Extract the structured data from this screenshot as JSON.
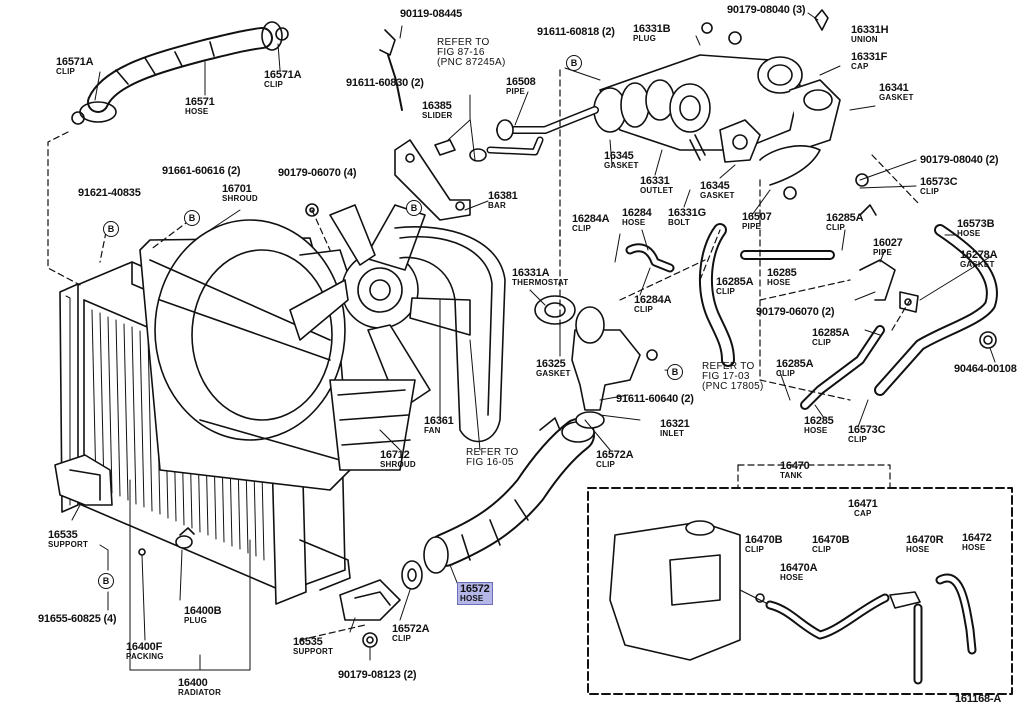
{
  "diagram_id": "161168-A",
  "highlight_color": "#b4b6e8",
  "parts": [
    {
      "key": "p16571A_top",
      "part_no": "16571A",
      "name": "CLIP"
    },
    {
      "key": "p16571A_left",
      "part_no": "16571A",
      "name": "CLIP"
    },
    {
      "key": "p16571",
      "part_no": "16571",
      "name": "HOSE"
    },
    {
      "key": "p90119_08445",
      "part_no": "90119-08445",
      "name": ""
    },
    {
      "key": "p91611_60830",
      "part_no": "91611-60830 (2)",
      "name": ""
    },
    {
      "key": "p16385",
      "part_no": "16385",
      "name": "SLIDER"
    },
    {
      "key": "p91611_60818",
      "part_no": "91611-60818 (2)",
      "name": ""
    },
    {
      "key": "p16508",
      "part_no": "16508",
      "name": "PIPE"
    },
    {
      "key": "p16331B",
      "part_no": "16331B",
      "name": "PLUG"
    },
    {
      "key": "p90179_08040_3",
      "part_no": "90179-08040 (3)",
      "name": ""
    },
    {
      "key": "p16331H",
      "part_no": "16331H",
      "name": "UNION"
    },
    {
      "key": "p16331F",
      "part_no": "16331F",
      "name": "CAP"
    },
    {
      "key": "p16341",
      "part_no": "16341",
      "name": "GASKET"
    },
    {
      "key": "p90179_08040_2",
      "part_no": "90179-08040 (2)",
      "name": ""
    },
    {
      "key": "p16573C_top",
      "part_no": "16573C",
      "name": "CLIP"
    },
    {
      "key": "p91661_60616",
      "part_no": "91661-60616 (2)",
      "name": ""
    },
    {
      "key": "p90179_06070_4",
      "part_no": "90179-06070 (4)",
      "name": ""
    },
    {
      "key": "p91621_40835",
      "part_no": "91621-40835",
      "name": ""
    },
    {
      "key": "p16701",
      "part_no": "16701",
      "name": "SHROUD"
    },
    {
      "key": "p16381",
      "part_no": "16381",
      "name": "BAR"
    },
    {
      "key": "p16345_a",
      "part_no": "16345",
      "name": "GASKET"
    },
    {
      "key": "p16331",
      "part_no": "16331",
      "name": "OUTLET"
    },
    {
      "key": "p16345_b",
      "part_no": "16345",
      "name": "GASKET"
    },
    {
      "key": "p16507",
      "part_no": "16507",
      "name": "PIPE"
    },
    {
      "key": "p16331G",
      "part_no": "16331G",
      "name": "BOLT"
    },
    {
      "key": "p16284A_top",
      "part_no": "16284A",
      "name": "CLIP"
    },
    {
      "key": "p16284",
      "part_no": "16284",
      "name": "HOSE"
    },
    {
      "key": "p16285A_top",
      "part_no": "16285A",
      "name": "CLIP"
    },
    {
      "key": "p16027",
      "part_no": "16027",
      "name": "PIPE"
    },
    {
      "key": "p16573B",
      "part_no": "16573B",
      "name": "HOSE"
    },
    {
      "key": "p16278A",
      "part_no": "16278A",
      "name": "GASKET"
    },
    {
      "key": "p16331A",
      "part_no": "16331A",
      "name": "THERMOSTAT"
    },
    {
      "key": "p16285",
      "part_no": "16285",
      "name": "HOSE"
    },
    {
      "key": "p16285A_clip",
      "part_no": "16285A",
      "name": "CLIP"
    },
    {
      "key": "p16284A_mid",
      "part_no": "16284A",
      "name": "CLIP"
    },
    {
      "key": "p90179_06070_2",
      "part_no": "90179-06070 (2)",
      "name": ""
    },
    {
      "key": "p16285A_mid",
      "part_no": "16285A",
      "name": "CLIP"
    },
    {
      "key": "p16325",
      "part_no": "16325",
      "name": "GASKET"
    },
    {
      "key": "p90464_00108",
      "part_no": "90464-00108",
      "name": ""
    },
    {
      "key": "p16285A_low",
      "part_no": "16285A",
      "name": "CLIP"
    },
    {
      "key": "p91611_60640",
      "part_no": "91611-60640 (2)",
      "name": ""
    },
    {
      "key": "p16361",
      "part_no": "16361",
      "name": "FAN"
    },
    {
      "key": "p16321",
      "part_no": "16321",
      "name": "INLET"
    },
    {
      "key": "p16285_low",
      "part_no": "16285",
      "name": "HOSE"
    },
    {
      "key": "p16573C_low",
      "part_no": "16573C",
      "name": "CLIP"
    },
    {
      "key": "p16712",
      "part_no": "16712",
      "name": "SHROUD"
    },
    {
      "key": "p16572A_mid",
      "part_no": "16572A",
      "name": "CLIP"
    },
    {
      "key": "p16470",
      "part_no": "16470",
      "name": "TANK"
    },
    {
      "key": "p16471",
      "part_no": "16471",
      "name": "CAP"
    },
    {
      "key": "p16470B_a",
      "part_no": "16470B",
      "name": "CLIP"
    },
    {
      "key": "p16470B_b",
      "part_no": "16470B",
      "name": "CLIP"
    },
    {
      "key": "p16470R",
      "part_no": "16470R",
      "name": "HOSE"
    },
    {
      "key": "p16472",
      "part_no": "16472",
      "name": "HOSE"
    },
    {
      "key": "p16470A",
      "part_no": "16470A",
      "name": "HOSE"
    },
    {
      "key": "p16535_left",
      "part_no": "16535",
      "name": "SUPPORT"
    },
    {
      "key": "p16572",
      "part_no": "16572",
      "name": "HOSE"
    },
    {
      "key": "p91655_60825",
      "part_no": "91655-60825 (4)",
      "name": ""
    },
    {
      "key": "p16400B",
      "part_no": "16400B",
      "name": "PLUG"
    },
    {
      "key": "p16535_low",
      "part_no": "16535",
      "name": "SUPPORT"
    },
    {
      "key": "p16572A_low",
      "part_no": "16572A",
      "name": "CLIP"
    },
    {
      "key": "p16400F",
      "part_no": "16400F",
      "name": "PACKING"
    },
    {
      "key": "p16400",
      "part_no": "16400",
      "name": "RADIATOR"
    },
    {
      "key": "p90179_08123",
      "part_no": "90179-08123 (2)",
      "name": ""
    }
  ],
  "references": [
    {
      "key": "r87_16",
      "lines": [
        "REFER TO",
        "FIG 87-16",
        "(PNC 87245A)"
      ]
    },
    {
      "key": "r17_03",
      "lines": [
        "REFER TO",
        "FIG 17-03",
        "(PNC 17805)"
      ]
    },
    {
      "key": "r16_05",
      "lines": [
        "REFER TO",
        "FIG 16-05"
      ]
    }
  ],
  "bubble_letter": "B"
}
